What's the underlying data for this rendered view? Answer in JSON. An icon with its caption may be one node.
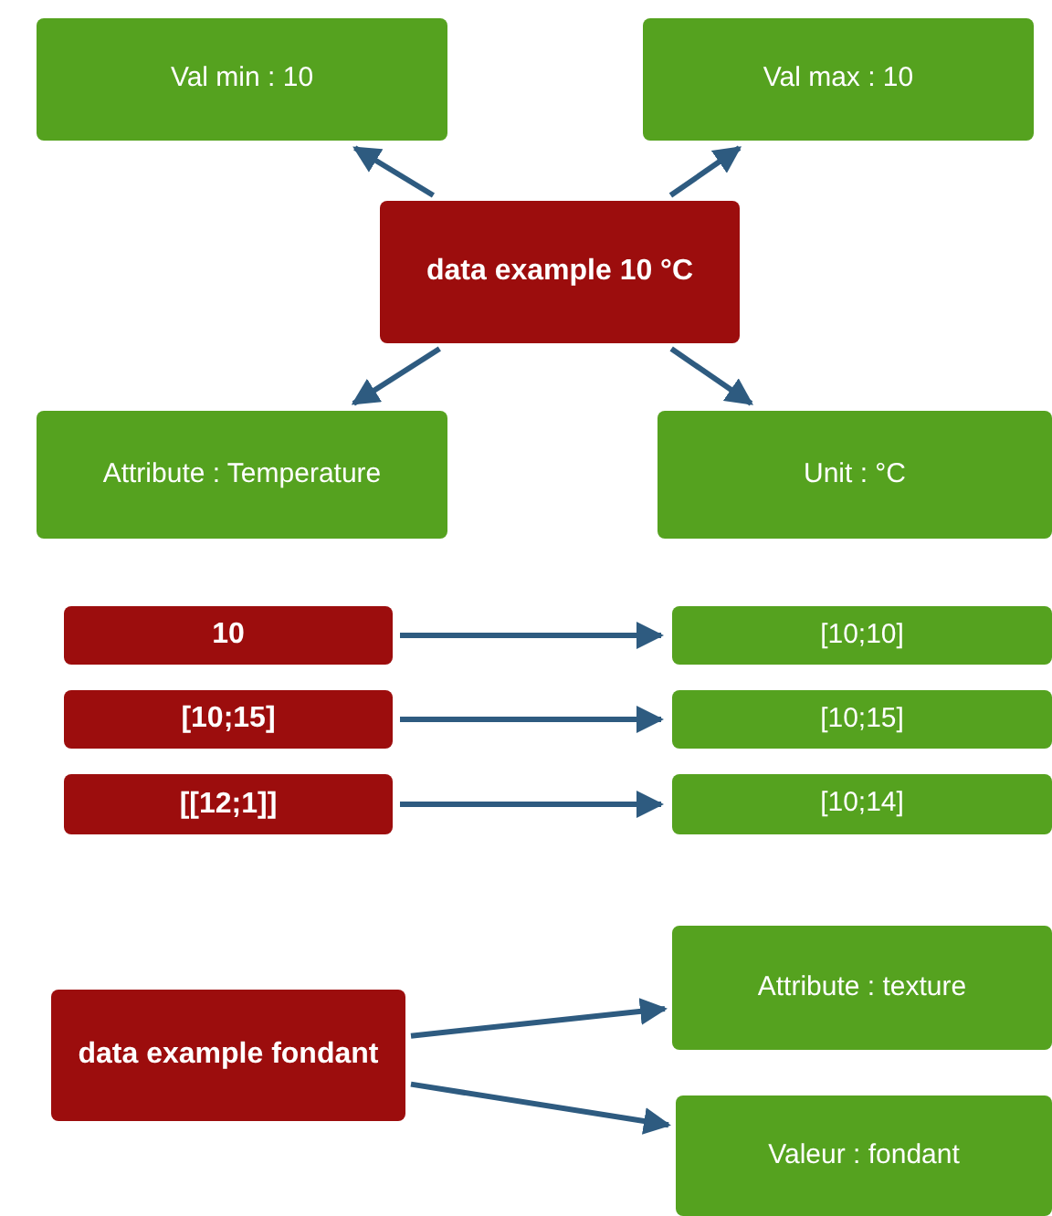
{
  "diagram": {
    "nodes": [
      {
        "text": [
          "Val min : 10"
        ]
      },
      {
        "text": [
          "Val max : 10"
        ]
      },
      {
        "text": [
          "data example 10 °C"
        ]
      },
      {
        "text": [
          "Attribute : Temperature"
        ]
      },
      {
        "text": [
          "Unit : °C"
        ]
      },
      {
        "text": [
          "10"
        ]
      },
      {
        "text": [
          "[10;15]"
        ]
      },
      {
        "text": [
          "[[12;1]]"
        ]
      },
      {
        "text": [
          "[10;10]"
        ]
      },
      {
        "text": [
          "[10;15]"
        ]
      },
      {
        "text": [
          "[10;14]"
        ]
      },
      {
        "text": [
          "data example fondant"
        ]
      },
      {
        "text": [
          "Attribute : texture"
        ]
      },
      {
        "text": [
          "Valeur : fondant"
        ]
      }
    ],
    "edges": [
      {
        "from": 2,
        "to": 0,
        "arrow": "to"
      },
      {
        "from": 2,
        "to": 1,
        "arrow": "to"
      },
      {
        "from": 2,
        "to": 3,
        "arrow": "to"
      },
      {
        "from": 2,
        "to": 4,
        "arrow": "to"
      },
      {
        "from": 5,
        "to": 8,
        "arrow": "to"
      },
      {
        "from": 6,
        "to": 9,
        "arrow": "to"
      },
      {
        "from": 7,
        "to": 10,
        "arrow": "to"
      },
      {
        "from": 11,
        "to": 12,
        "arrow": "to"
      },
      {
        "from": 11,
        "to": 13,
        "arrow": "to"
      }
    ]
  }
}
